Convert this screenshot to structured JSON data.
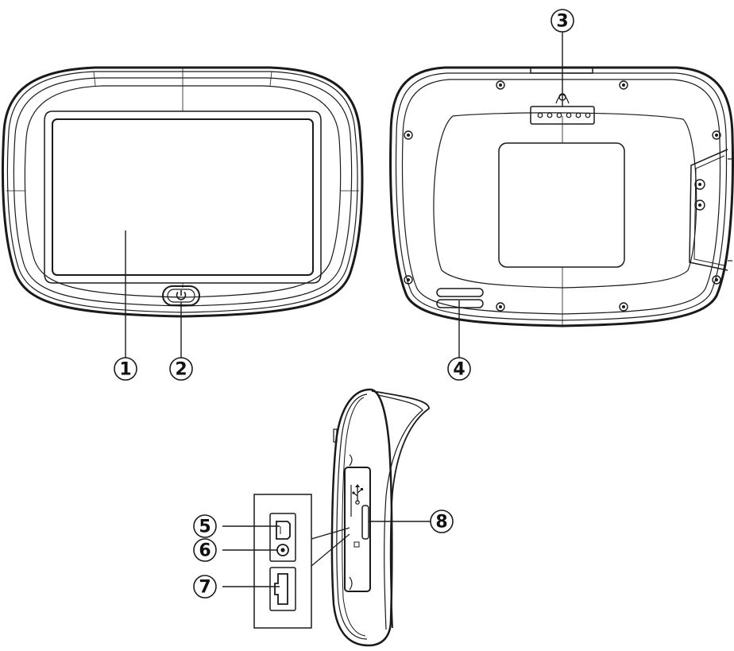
{
  "callouts": [
    {
      "id": "1",
      "label": "1"
    },
    {
      "id": "2",
      "label": "2"
    },
    {
      "id": "3",
      "label": "3"
    },
    {
      "id": "4",
      "label": "4"
    },
    {
      "id": "5",
      "label": "5"
    },
    {
      "id": "6",
      "label": "6"
    },
    {
      "id": "7",
      "label": "7"
    },
    {
      "id": "8",
      "label": "8"
    }
  ],
  "icons": {
    "power": "power-icon",
    "usb": "usb-icon"
  },
  "colors": {
    "line": "#1a1a1a",
    "background": "#ffffff"
  }
}
